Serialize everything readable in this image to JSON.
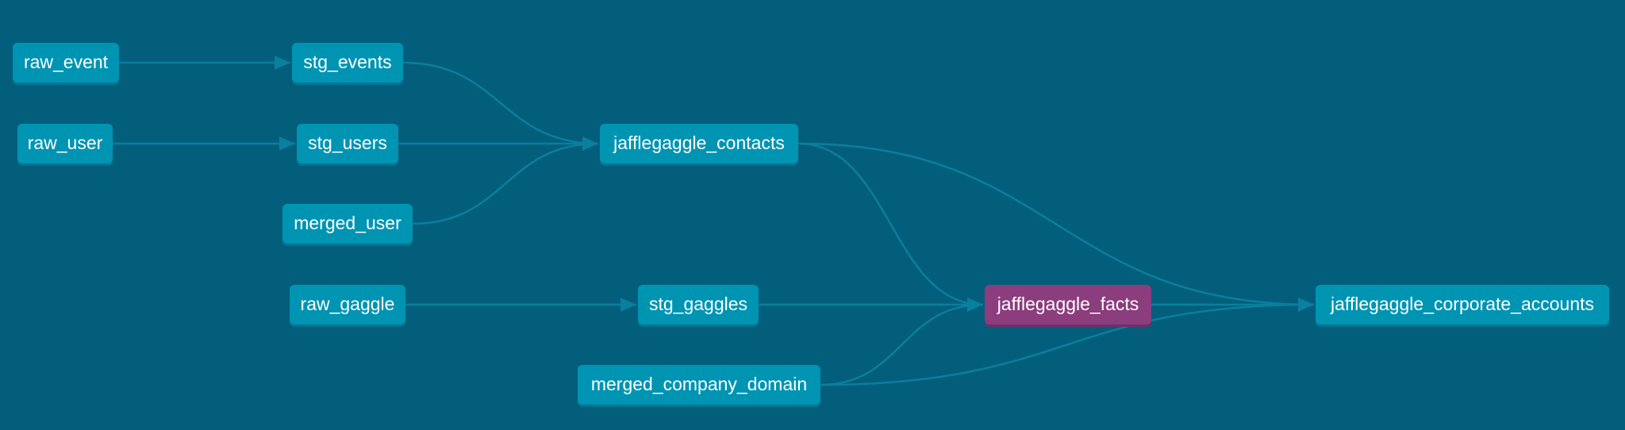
{
  "colors": {
    "background": "#035e7b",
    "node": "#0094b3",
    "node_highlight": "#8b3d7e",
    "edge": "#0a7f9e"
  },
  "nodes": {
    "raw_event": "raw_event",
    "raw_user": "raw_user",
    "stg_events": "stg_events",
    "stg_users": "stg_users",
    "merged_user": "merged_user",
    "raw_gaggle": "raw_gaggle",
    "stg_gaggles": "stg_gaggles",
    "merged_company_domain": "merged_company_domain",
    "jafflegaggle_contacts": "jafflegaggle_contacts",
    "jafflegaggle_facts": "jafflegaggle_facts",
    "jafflegaggle_corporate_accounts": "jafflegaggle_corporate_accounts"
  },
  "highlighted_node": "jafflegaggle_facts",
  "edges": [
    [
      "raw_event",
      "stg_events"
    ],
    [
      "raw_user",
      "stg_users"
    ],
    [
      "raw_gaggle",
      "stg_gaggles"
    ],
    [
      "stg_events",
      "jafflegaggle_contacts"
    ],
    [
      "stg_users",
      "jafflegaggle_contacts"
    ],
    [
      "merged_user",
      "jafflegaggle_contacts"
    ],
    [
      "jafflegaggle_contacts",
      "jafflegaggle_facts"
    ],
    [
      "stg_gaggles",
      "jafflegaggle_facts"
    ],
    [
      "merged_company_domain",
      "jafflegaggle_facts"
    ],
    [
      "jafflegaggle_contacts",
      "jafflegaggle_corporate_accounts"
    ],
    [
      "jafflegaggle_facts",
      "jafflegaggle_corporate_accounts"
    ],
    [
      "merged_company_domain",
      "jafflegaggle_corporate_accounts"
    ]
  ]
}
